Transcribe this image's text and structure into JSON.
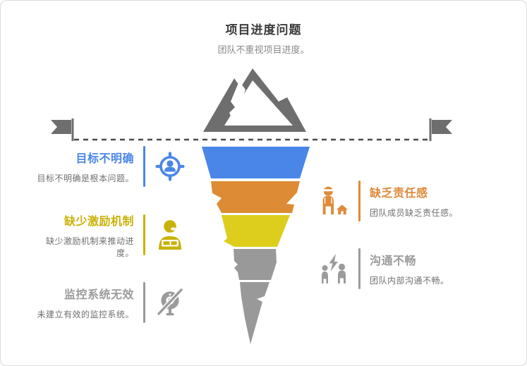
{
  "header": {
    "title": "项目进度问题",
    "subtitle": "团队不重视项目进度。"
  },
  "artwork": {
    "mountain_icon": "mountain-icon",
    "mountain_color": "#6e6e6e",
    "flag_color": "#6e6e6e",
    "dash_color": "#4a4a4a"
  },
  "funnel": {
    "type": "inverted-iceberg-funnel",
    "segments": [
      {
        "name": "layer-1",
        "color": "#4a86e8"
      },
      {
        "name": "layer-2",
        "color": "#dd8b35"
      },
      {
        "name": "layer-3",
        "color": "#ddce1e"
      },
      {
        "name": "layer-4",
        "color": "#999999"
      },
      {
        "name": "layer-5",
        "color": "#999999"
      }
    ]
  },
  "left_items": [
    {
      "title": "目标不明确",
      "desc": "目标不明确是根本问题。",
      "color": "#4a86e8",
      "icon": "target-user-icon"
    },
    {
      "title": "缺少激励机制",
      "desc": "缺少激励机制来推动进度。",
      "color": "#c9b208",
      "icon": "person-laptop-icon"
    },
    {
      "title": "监控系统无效",
      "desc": "未建立有效的监控系统。",
      "color": "#9b9b9b",
      "icon": "camera-off-icon"
    }
  ],
  "right_items": [
    {
      "title": "缺乏责任感",
      "desc": "团队成员缺乏责任感。",
      "color": "#e08938",
      "icon": "person-home-icon"
    },
    {
      "title": "沟通不畅",
      "desc": "团队内部沟通不畅。",
      "color": "#9b9b9b",
      "icon": "people-conflict-icon"
    }
  ]
}
